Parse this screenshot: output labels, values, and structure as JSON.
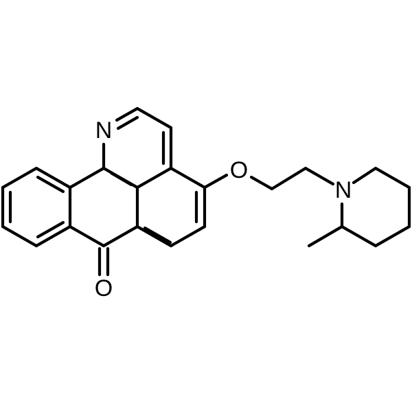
{
  "molecule": {
    "atoms": {
      "N1": {
        "symbol": "N"
      },
      "O_ether": {
        "symbol": "O"
      },
      "N2": {
        "symbol": "N"
      },
      "O_carbonyl": {
        "symbol": "O"
      }
    }
  },
  "colors": {
    "bond": "#000000",
    "label": "#000000",
    "background": "#ffffff"
  }
}
